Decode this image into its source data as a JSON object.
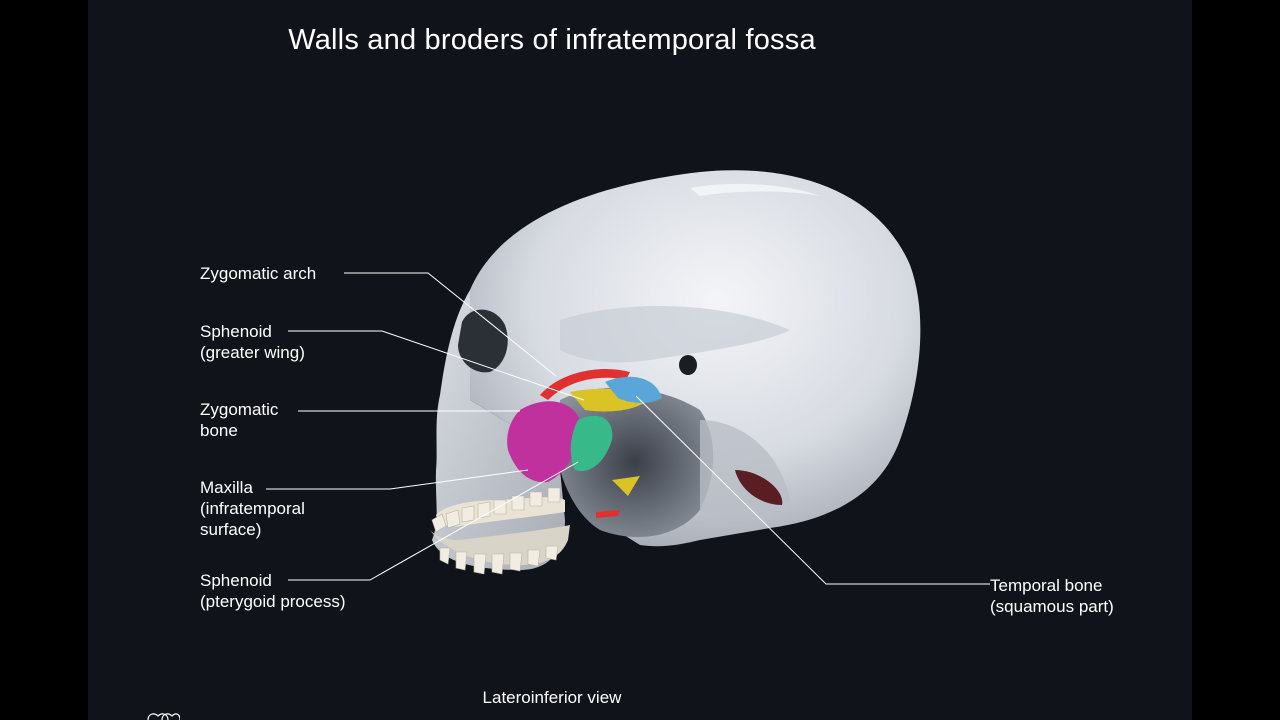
{
  "title": "Walls and broders of infratemporal fossa",
  "view_caption": "Lateroinferior view",
  "labels": {
    "zygomatic_arch": [
      "Zygomatic arch"
    ],
    "sphenoid_greater_wing": [
      "Sphenoid",
      "(greater wing)"
    ],
    "zygomatic_bone": [
      "Zygomatic",
      "bone"
    ],
    "maxilla": [
      "Maxilla",
      "(infratemporal",
      "surface)"
    ],
    "sphenoid_pterygoid": [
      "Sphenoid",
      "(pterygoid process)"
    ],
    "temporal_bone": [
      "Temporal bone",
      "(squamous part)"
    ]
  },
  "colors": {
    "background": "#10141a",
    "skull": "#dfe2e8",
    "zygomatic_arch": "#e0302f",
    "sphenoid_greater_wing": "#d9c327",
    "zygomatic_bone": "#c0319e",
    "maxilla": "#37b98a",
    "temporal_bone": "#5aa6d9",
    "leader_line": "#ffffff"
  }
}
